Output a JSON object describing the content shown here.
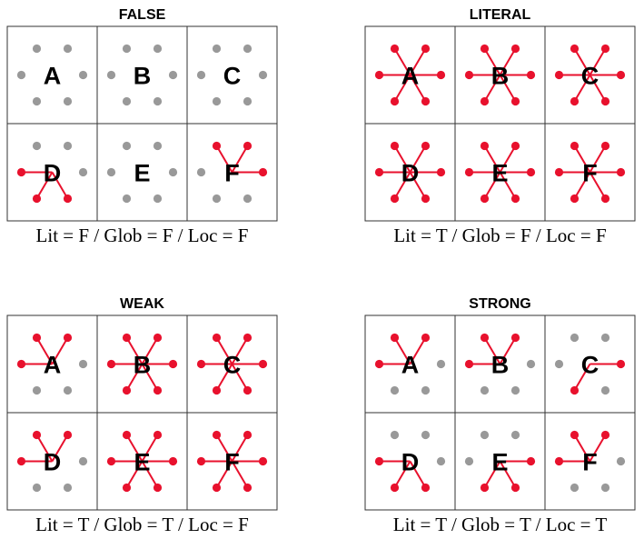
{
  "colors": {
    "active": "#e8112d",
    "inactive": "#999999",
    "border": "#333333",
    "text": "#000000"
  },
  "panels": [
    {
      "title": "FALSE",
      "caption": "Lit = F / Glob = F / Loc = F",
      "cells": [
        {
          "letter": "A",
          "active": []
        },
        {
          "letter": "B",
          "active": []
        },
        {
          "letter": "C",
          "active": []
        },
        {
          "letter": "D",
          "active": [
            "L",
            "BL",
            "BR"
          ]
        },
        {
          "letter": "E",
          "active": []
        },
        {
          "letter": "F",
          "active": [
            "TL",
            "TR",
            "R"
          ]
        }
      ]
    },
    {
      "title": "LITERAL",
      "caption": "Lit = T / Glob = F / Loc = F",
      "cells": [
        {
          "letter": "A",
          "active": [
            "TL",
            "TR",
            "L",
            "R",
            "BL",
            "BR"
          ]
        },
        {
          "letter": "B",
          "active": [
            "TL",
            "TR",
            "L",
            "R",
            "BL",
            "BR"
          ]
        },
        {
          "letter": "C",
          "active": [
            "TL",
            "TR",
            "L",
            "R",
            "BL",
            "BR"
          ]
        },
        {
          "letter": "D",
          "active": [
            "TL",
            "TR",
            "L",
            "R",
            "BL",
            "BR"
          ]
        },
        {
          "letter": "E",
          "active": [
            "TL",
            "TR",
            "L",
            "R",
            "BL",
            "BR"
          ]
        },
        {
          "letter": "F",
          "active": [
            "TL",
            "TR",
            "L",
            "R",
            "BL",
            "BR"
          ]
        }
      ]
    },
    {
      "title": "WEAK",
      "caption": "Lit = T / Glob = T / Loc = F",
      "cells": [
        {
          "letter": "A",
          "active": [
            "TL",
            "TR",
            "L"
          ]
        },
        {
          "letter": "B",
          "active": [
            "TL",
            "TR",
            "L",
            "R",
            "BL",
            "BR"
          ]
        },
        {
          "letter": "C",
          "active": [
            "TL",
            "TR",
            "L",
            "R",
            "BL",
            "BR"
          ]
        },
        {
          "letter": "D",
          "active": [
            "TL",
            "TR",
            "L"
          ]
        },
        {
          "letter": "E",
          "active": [
            "TL",
            "TR",
            "L",
            "R",
            "BL",
            "BR"
          ]
        },
        {
          "letter": "F",
          "active": [
            "TL",
            "TR",
            "L",
            "R",
            "BL",
            "BR"
          ]
        }
      ]
    },
    {
      "title": "STRONG",
      "caption": "Lit = T / Glob = T / Loc = T",
      "cells": [
        {
          "letter": "A",
          "active": [
            "TL",
            "TR",
            "L"
          ]
        },
        {
          "letter": "B",
          "active": [
            "TL",
            "TR",
            "L"
          ]
        },
        {
          "letter": "C",
          "active": [
            "R",
            "BL"
          ]
        },
        {
          "letter": "D",
          "active": [
            "L",
            "BL",
            "BR"
          ]
        },
        {
          "letter": "E",
          "active": [
            "R",
            "BL",
            "BR"
          ]
        },
        {
          "letter": "F",
          "active": [
            "TL",
            "TR",
            "L"
          ]
        }
      ]
    }
  ]
}
